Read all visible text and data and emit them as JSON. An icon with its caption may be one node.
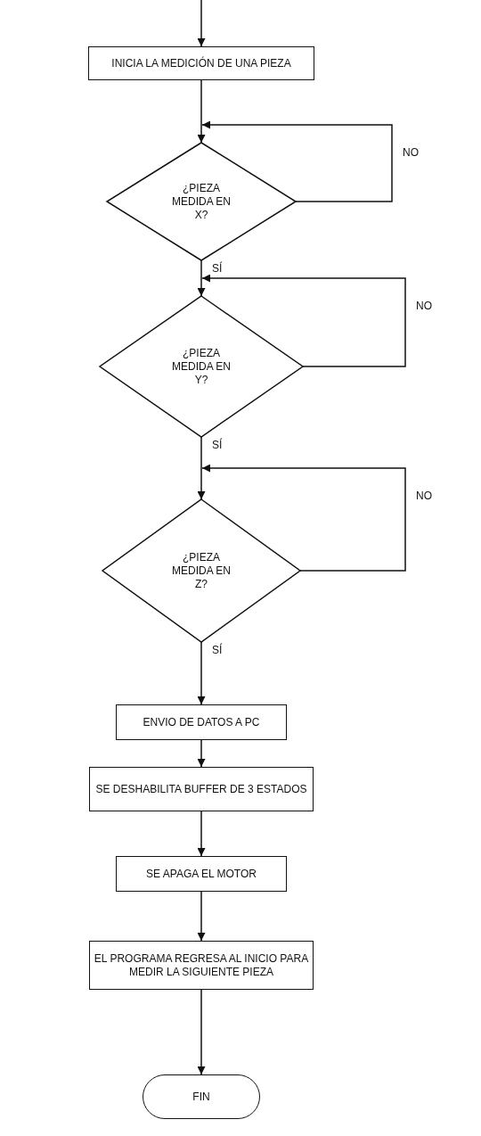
{
  "diagram": {
    "nodes": [
      {
        "text": [
          "INICIA LA MEDICIÓN DE UNA PIEZA"
        ]
      },
      {
        "text": [
          "¿PIEZA MEDIDA EN X?"
        ]
      },
      {
        "text": [
          "¿PIEZA MEDIDA EN Y?"
        ]
      },
      {
        "text": [
          "¿PIEZA MEDIDA EN Z?"
        ]
      },
      {
        "text": [
          "ENVIO DE DATOS A PC"
        ]
      },
      {
        "text": [
          "SE DESHABILITA BUFFER DE 3 ESTADOS"
        ]
      },
      {
        "text": [
          "SE APAGA EL MOTOR"
        ]
      },
      {
        "text": [
          "EL PROGRAMA REGRESA AL INICIO PARA MEDIR LA SIGUIENTE PIEZA"
        ]
      },
      {
        "text": [
          "FIN"
        ]
      }
    ],
    "edges": [
      {
        "from": null,
        "to": 0,
        "arrow": "to"
      },
      {
        "from": 0,
        "to": 1,
        "arrow": "to"
      },
      {
        "from": 1,
        "to": 1,
        "arrow": "to",
        "label": "NO"
      },
      {
        "from": 1,
        "to": 2,
        "arrow": "to",
        "label": "SÍ"
      },
      {
        "from": 2,
        "to": 2,
        "arrow": "to",
        "label": "NO"
      },
      {
        "from": 2,
        "to": 3,
        "arrow": "to",
        "label": "SÍ"
      },
      {
        "from": 3,
        "to": 3,
        "arrow": "to",
        "label": "NO"
      },
      {
        "from": 3,
        "to": 4,
        "arrow": "to",
        "label": "SÍ"
      },
      {
        "from": 4,
        "to": 5,
        "arrow": "to"
      },
      {
        "from": 5,
        "to": 6,
        "arrow": "to"
      },
      {
        "from": 6,
        "to": 7,
        "arrow": "to"
      },
      {
        "from": 7,
        "to": 8,
        "arrow": "to"
      }
    ]
  }
}
